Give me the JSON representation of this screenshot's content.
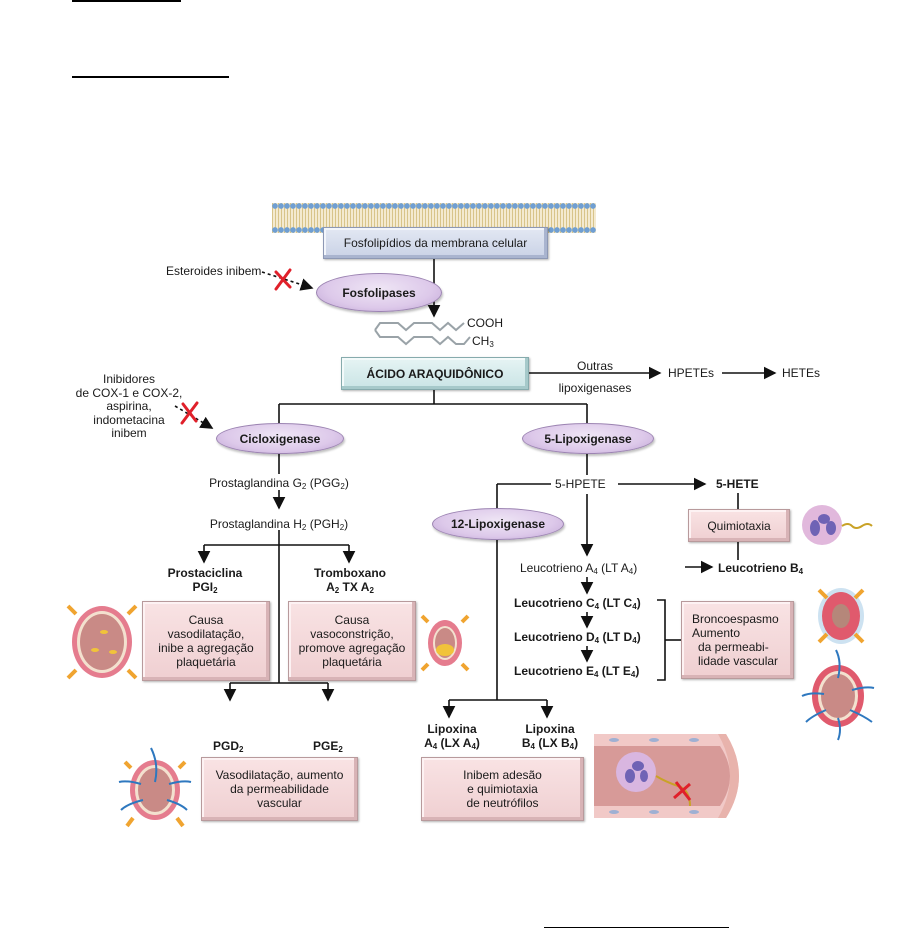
{
  "document": {
    "header_rules": [
      "underline-1",
      "underline-2"
    ],
    "footer_rule": "underline-3"
  },
  "diagram": {
    "membrane_label": "Fosfolipídios da membrana celular",
    "steroids_label": "Esteroides inibem",
    "phospholipases": "Fosfolipases",
    "fatty_acid": {
      "cooh": "COOH",
      "ch3": "CH",
      "ch3_sub": "3"
    },
    "arachidonic_acid": "ÁCIDO ARAQUIDÔNICO",
    "other_lox": {
      "line1": "Outras",
      "line2": "lipoxigenases"
    },
    "hpetes": "HPETEs",
    "hetes": "HETEs",
    "inhibitors": [
      "Inibidores",
      "de COX-1 e COX-2,",
      "aspirina,",
      "indometacina",
      "inibem"
    ],
    "cyclooxygenase": "Cicloxigenase",
    "five_lox": "5-Lipoxigenase",
    "pgg2": {
      "pre": "Prostaglandina G",
      "sub1": "2",
      "mid": " (PGG",
      "sub2": "2",
      "post": ")"
    },
    "pgh2": {
      "pre": "Prostaglandina H",
      "sub1": "2",
      "mid": " (PGH",
      "sub2": "2",
      "post": ")"
    },
    "prostacyclin": {
      "line1": "Prostaciclina",
      "line2": "PGI",
      "sub": "2"
    },
    "thromboxane": {
      "line1": "Tromboxano",
      "a": "A",
      "sub1": "2",
      "mid": " TX A",
      "sub2": "2"
    },
    "prostacyclin_effect": [
      "Causa",
      "vasodilatação,",
      "inibe a agregação",
      "plaquetária"
    ],
    "thromboxane_effect": [
      "Causa",
      "vasoconstrição,",
      "promove agregação",
      "plaquetária"
    ],
    "pgd2": {
      "pre": "PGD",
      "sub": "2"
    },
    "pge2": {
      "pre": "PGE",
      "sub": "2"
    },
    "pgd_pge_effect": [
      "Vasodilatação, aumento",
      "da permeabilidade",
      "vascular"
    ],
    "five_hpete": "5-HPETE",
    "five_hete": "5-HETE",
    "twelve_lox": "12-Lipoxigenase",
    "chemotaxis": "Quimiotaxia",
    "lta4": {
      "pre": "Leucotrieno A",
      "sub1": "4",
      "mid": " (LT A",
      "sub2": "4",
      "post": ")"
    },
    "ltb4": {
      "pre": "Leucotrieno B",
      "sub": "4"
    },
    "ltc4": {
      "pre": "Leucotrieno C",
      "sub1": "4",
      "mid": " (LT C",
      "sub2": "4",
      "post": ")"
    },
    "ltd4": {
      "pre": "Leucotrieno D",
      "sub1": "4",
      "mid": " (LT D",
      "sub2": "4",
      "post": ")"
    },
    "lte4": {
      "pre": "Leucotrieno E",
      "sub1": "4",
      "mid": " (LT E",
      "sub2": "4",
      "post": ")"
    },
    "leukotriene_effect": [
      "Broncoespasmo",
      "Aumento",
      "da permeabi-",
      "lidade vascular"
    ],
    "lxa4": {
      "line1": "Lipoxina",
      "a": "A",
      "sub1": "4",
      "mid": " (LX A",
      "sub2": "4",
      "post": ")"
    },
    "lxb4": {
      "line1": "Lipoxina",
      "a": "B",
      "sub1": "4",
      "mid": " (LX B",
      "sub2": "4",
      "post": ")"
    },
    "lipoxin_effect": [
      "Inibem adesão",
      "e quimiotaxia",
      "de neutrófilos"
    ]
  }
}
